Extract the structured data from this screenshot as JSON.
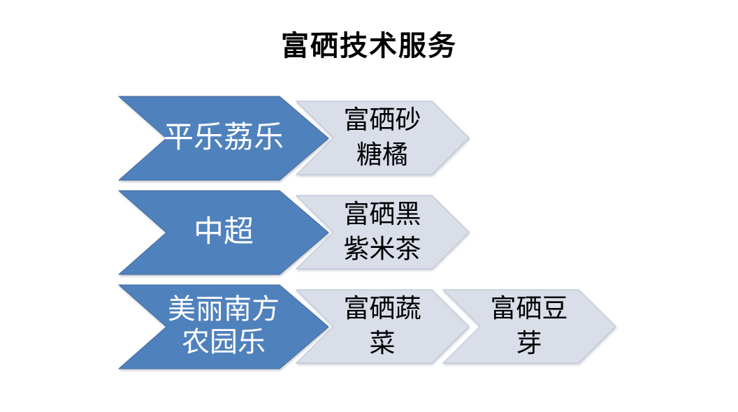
{
  "page": {
    "background": "#ffffff",
    "title": "富硒技术服务"
  },
  "colors": {
    "primary_fill": "#4f81bd",
    "primary_border": "#41699b",
    "primary_text": "#ffffff",
    "secondary_fill": "#d9dee9",
    "secondary_border": "#c4cbd9",
    "secondary_text": "#000000"
  },
  "diagram": {
    "rows": [
      {
        "source": {
          "lines": [
            "平乐荔乐"
          ]
        },
        "products": [
          {
            "lines": [
              "富硒砂",
              "糖橘"
            ]
          }
        ]
      },
      {
        "source": {
          "lines": [
            "中超"
          ]
        },
        "products": [
          {
            "lines": [
              "富硒黑",
              "紫米茶"
            ]
          }
        ]
      },
      {
        "source": {
          "lines": [
            "美丽南方",
            "农园乐"
          ]
        },
        "products": [
          {
            "lines": [
              "富硒蔬",
              "菜"
            ]
          },
          {
            "lines": [
              "富硒豆",
              "芽"
            ]
          }
        ]
      }
    ]
  }
}
